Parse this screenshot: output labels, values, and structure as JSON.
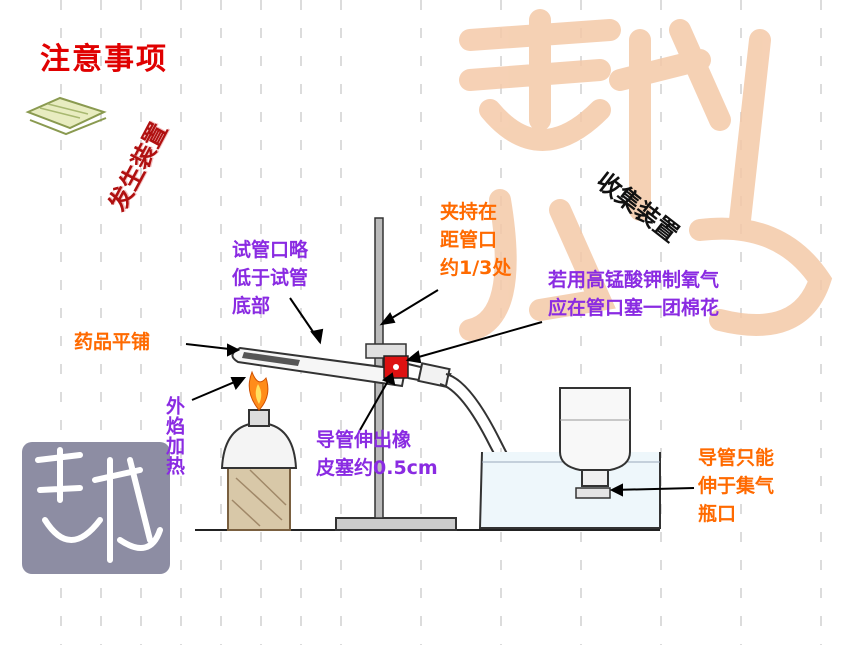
{
  "title": "注意事项",
  "section_generator": "发生装置",
  "section_collector": "收集装置",
  "labels": {
    "clamp_position": [
      "夹持在",
      "距管口",
      "约1/3处"
    ],
    "tube_mouth": [
      "试管口略",
      "低于试管",
      "底部"
    ],
    "permanganate": [
      "若用高锰酸钾制氧气",
      "应在管口塞一团棉花"
    ],
    "drug_flat": "药品平铺",
    "outer_flame": "外焰加热",
    "delivery_tube_stopper": [
      "导管伸出橡",
      "皮塞约0.5cm"
    ],
    "delivery_tube_bottle": [
      "导管只能",
      "伸于集气",
      "瓶口"
    ]
  },
  "colors": {
    "title": "#e00000",
    "purple": "#8a2be2",
    "orange": "#ff6a00",
    "generator": "#b01010",
    "watermark": "#f4c9a8"
  },
  "icons": [
    "book-icon",
    "seal-watermark",
    "seal-stamp"
  ]
}
